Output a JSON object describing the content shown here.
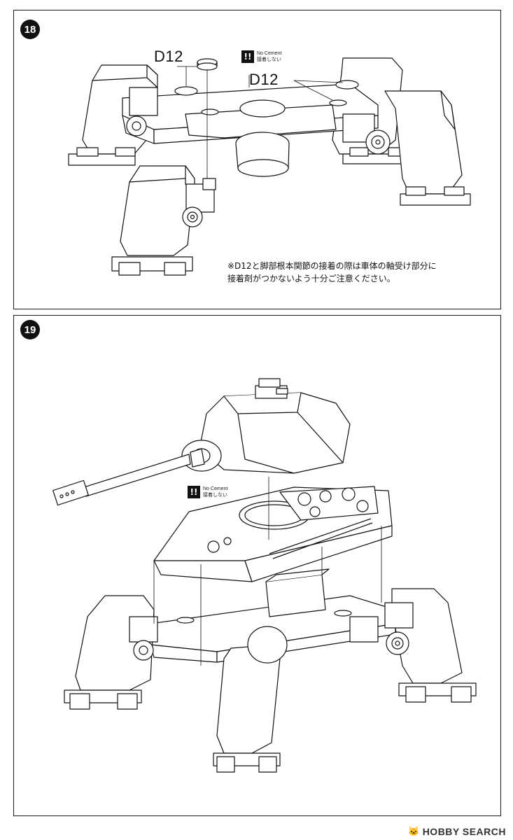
{
  "steps": [
    {
      "number": "18",
      "part_labels": [
        "D12",
        "D12"
      ],
      "no_cement": {
        "en": "No Cement",
        "jp": "接着しない",
        "symbol": "!!"
      },
      "note_lines": [
        "※D12と脚部根本関節の接着の際は車体の軸受け部分に",
        "接着剤がつかないよう十分ご注意ください。"
      ]
    },
    {
      "number": "19",
      "no_cement": {
        "en": "No Cement",
        "jp": "接着しない",
        "symbol": "!!"
      }
    }
  ],
  "watermark": {
    "logo": "🐱",
    "text": "HOBBY SEARCH"
  }
}
